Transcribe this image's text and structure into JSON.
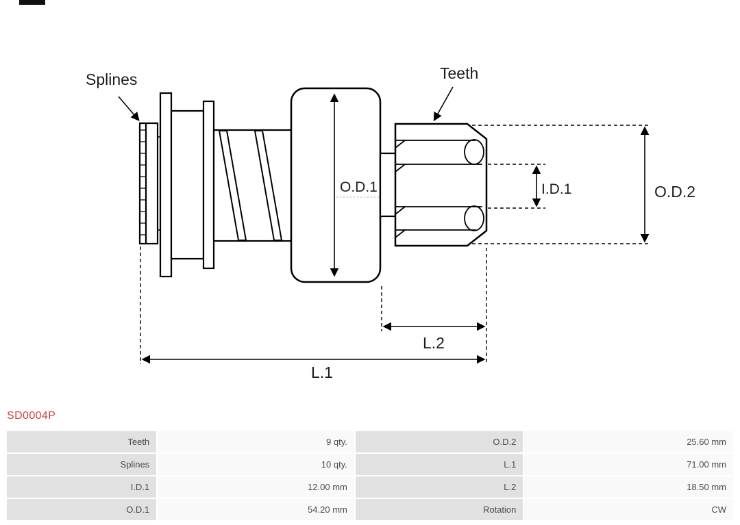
{
  "part_number": "SD0004P",
  "colors": {
    "part_number_red": "#d0423c",
    "table_label_bg": "#e1e1e1",
    "table_value_bg": "#f9f9f9",
    "table_text": "#4a4a4a",
    "drawing_line": "#000000"
  },
  "diagram": {
    "labels": {
      "splines": "Splines",
      "teeth": "Teeth",
      "od1": "O.D.1",
      "id1": "I.D.1",
      "od2": "O.D.2",
      "l2": "L.2",
      "l1": "L.1"
    }
  },
  "table": {
    "rows": [
      [
        "Teeth",
        "9 qty.",
        "O.D.2",
        "25.60 mm"
      ],
      [
        "Splines",
        "10 qty.",
        "L.1",
        "71.00 mm"
      ],
      [
        "I.D.1",
        "12.00 mm",
        "L.2",
        "18.50 mm"
      ],
      [
        "O.D.1",
        "54.20 mm",
        "Rotation",
        "CW"
      ]
    ]
  }
}
